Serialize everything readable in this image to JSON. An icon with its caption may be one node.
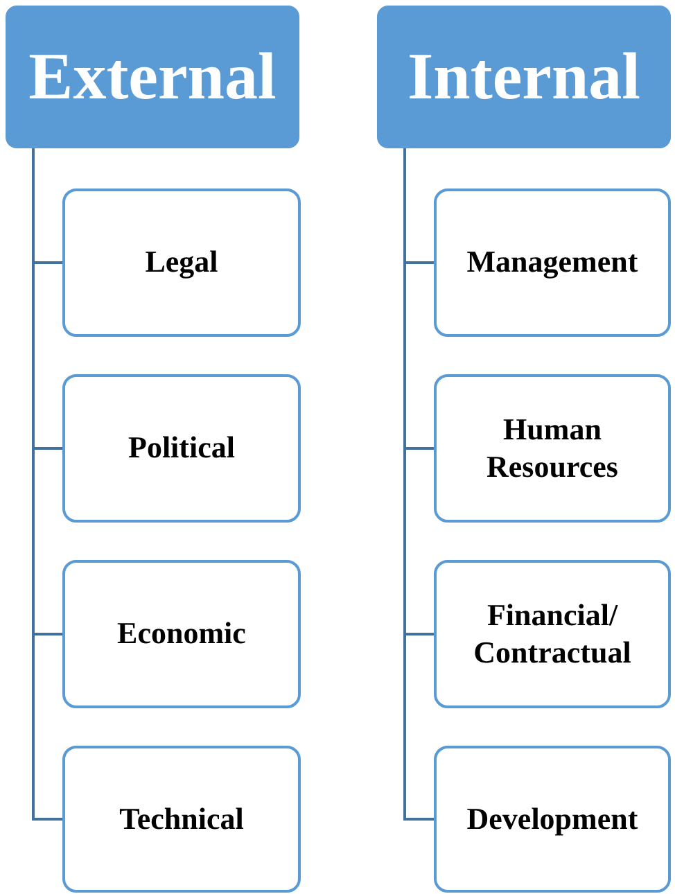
{
  "diagram": {
    "nodes": [
      {
        "text": [
          "External"
        ]
      },
      {
        "text": [
          "Legal"
        ]
      },
      {
        "text": [
          "Political"
        ]
      },
      {
        "text": [
          "Economic"
        ]
      },
      {
        "text": [
          "Technical"
        ]
      },
      {
        "text": [
          "Internal"
        ]
      },
      {
        "text": [
          "Management"
        ]
      },
      {
        "text": [
          "Human Resources"
        ]
      },
      {
        "text": [
          "Financial/ Contractual"
        ]
      },
      {
        "text": [
          "Development"
        ]
      }
    ],
    "edges": [
      {
        "from": 0,
        "to": 1,
        "arrow": "none"
      },
      {
        "from": 0,
        "to": 2,
        "arrow": "none"
      },
      {
        "from": 0,
        "to": 3,
        "arrow": "none"
      },
      {
        "from": 0,
        "to": 4,
        "arrow": "none"
      },
      {
        "from": 5,
        "to": 6,
        "arrow": "none"
      },
      {
        "from": 5,
        "to": 7,
        "arrow": "none"
      },
      {
        "from": 5,
        "to": 8,
        "arrow": "none"
      },
      {
        "from": 5,
        "to": 9,
        "arrow": "none"
      }
    ]
  }
}
